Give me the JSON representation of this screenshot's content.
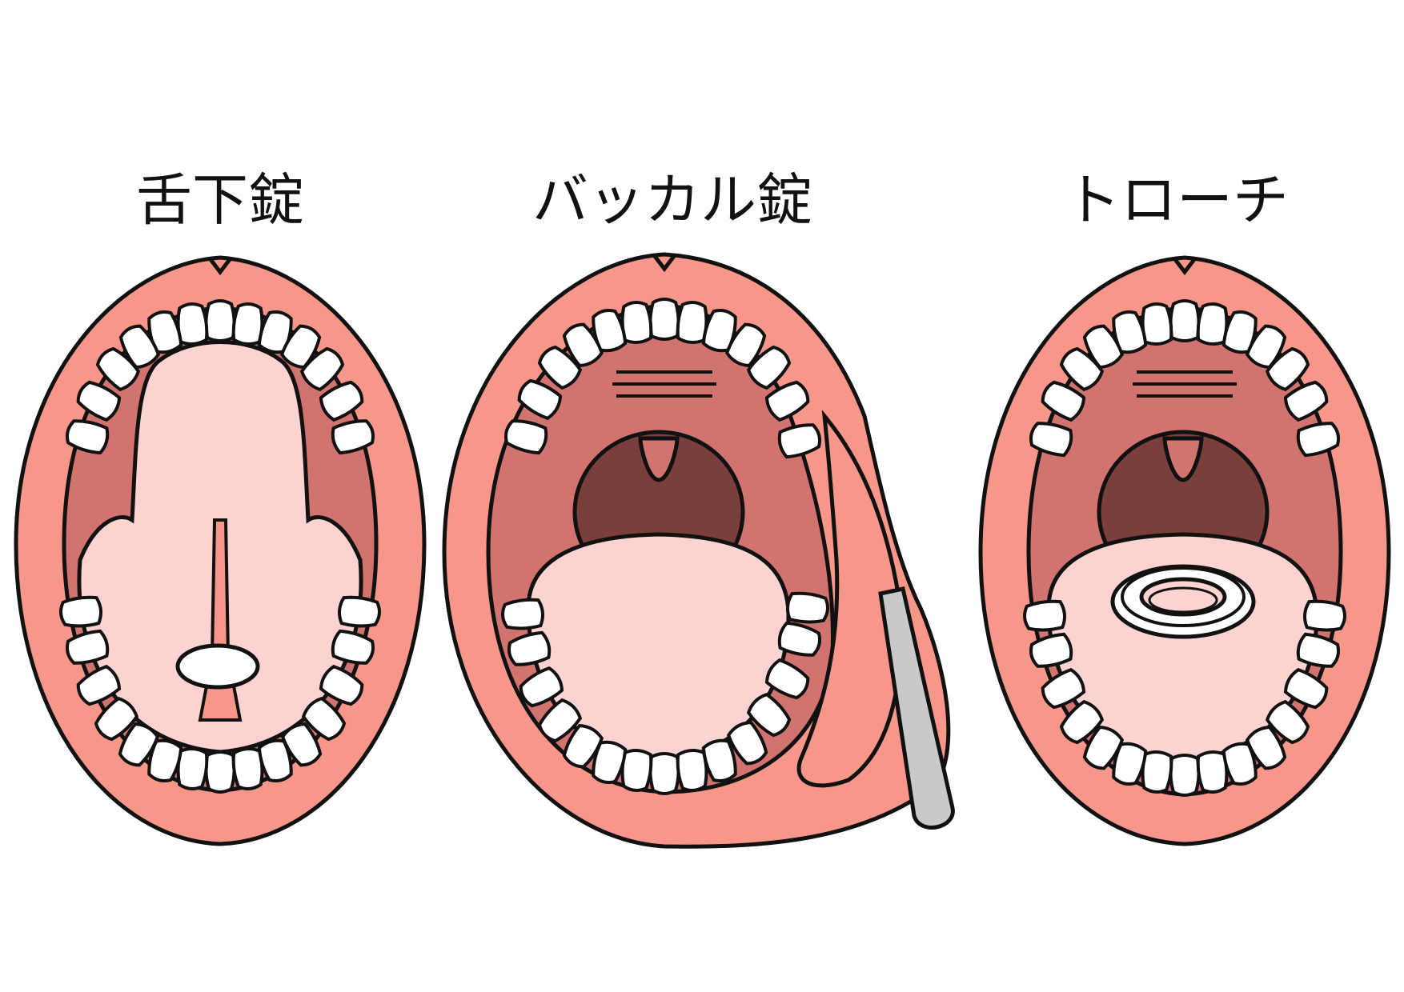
{
  "labels": {
    "sublingual": "舌下錠",
    "buccal": "バッカル錠",
    "troche": "トローチ"
  },
  "colors": {
    "lip": "#F7978A",
    "mouth": "#D17470",
    "throat": "#7A3E3C",
    "tongue": "#FCD3D0",
    "tooth": "#FFFFFF",
    "outline": "#111111",
    "pin": "#C9C9C9"
  },
  "icons": [
    "tablet-icon",
    "lozenge-ring-icon",
    "applicator-stick-icon"
  ]
}
